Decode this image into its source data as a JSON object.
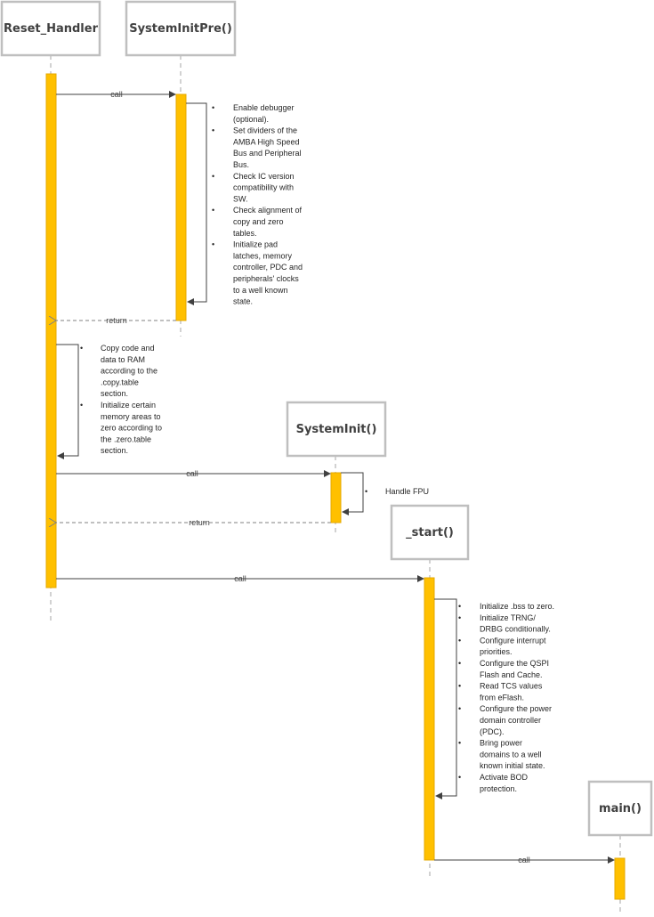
{
  "participants": {
    "reset_handler": "Reset_Handler",
    "system_init_pre": "SystemInitPre()",
    "system_init": "SystemInit()",
    "start": "_start()",
    "main": "main()"
  },
  "messages": {
    "call_system_init_pre": "call",
    "return_system_init_pre": "return",
    "call_system_init": "call",
    "return_system_init": "return",
    "call_start": "call",
    "call_main": "call"
  },
  "notes": {
    "system_init_pre": [
      [
        "Enable debugger",
        "(optional)."
      ],
      [
        "Set dividers of the",
        "AMBA High Speed",
        "Bus and Peripheral",
        "Bus."
      ],
      [
        "Check IC version",
        "compatibility with",
        "SW."
      ],
      [
        "Check alignment of",
        "copy and zero",
        "tables."
      ],
      [
        "Initialize pad",
        "latches, memory",
        "controller, PDC and",
        "peripherals' clocks",
        "to a well known",
        "state."
      ]
    ],
    "reset_handler": [
      [
        "Copy code and",
        "data to RAM",
        "according to the",
        ".copy.table",
        "section."
      ],
      [
        "Initialize certain",
        "memory areas to",
        "zero according to",
        "the .zero.table",
        "section."
      ]
    ],
    "system_init": [
      [
        "Handle FPU"
      ]
    ],
    "start": [
      [
        "Initialize .bss to zero."
      ],
      [
        "Initialize TRNG/",
        "DRBG conditionally."
      ],
      [
        "Configure interrupt",
        "priorities."
      ],
      [
        "Configure the QSPI",
        "Flash and Cache."
      ],
      [
        "Read TCS values",
        "from eFlash."
      ],
      [
        "Configure the power",
        "domain controller",
        "(PDC)."
      ],
      [
        "Bring power",
        "domains to a well",
        "known initial state."
      ],
      [
        "Activate BOD",
        "protection."
      ]
    ]
  },
  "colors": {
    "activation": "#ffc000",
    "box_border": "#bfbfbf",
    "line": "#404040"
  }
}
